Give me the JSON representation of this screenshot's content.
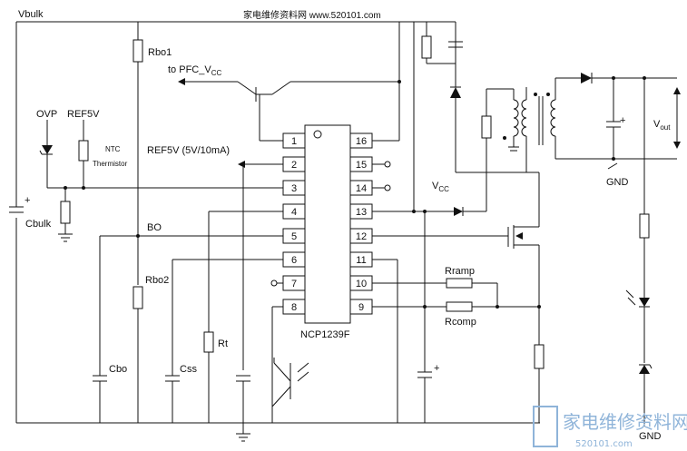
{
  "header": {
    "watermark_top": "家电维修资料网 www.520101.com",
    "vbulk": "Vbulk"
  },
  "ic": {
    "name": "NCP1239F",
    "left_pins": [
      "1",
      "2",
      "3",
      "4",
      "5",
      "6",
      "7",
      "8"
    ],
    "right_pins": [
      "16",
      "15",
      "14",
      "13",
      "12",
      "11",
      "10",
      "9"
    ]
  },
  "labels": {
    "rbo1": "Rbo1",
    "to_pfc_vcc": "to PFC_V",
    "to_pfc_vcc_sub": "CC",
    "ovp": "OVP",
    "ref5v": "REF5V",
    "ntc": "NTC",
    "thermistor": "Thermistor",
    "ref5v_note": "REF5V (5V/10mA)",
    "cbulk": "Cbulk",
    "bo": "BO",
    "rbo2": "Rbo2",
    "rt": "Rt",
    "cbo": "Cbo",
    "css": "Css",
    "vcc": "V",
    "vcc_sub": "CC",
    "rramp": "Rramp",
    "rcomp": "Rcomp",
    "vout": "V",
    "vout_sub": "out",
    "gnd1": "GND",
    "gnd2": "GND",
    "plus": "+"
  },
  "footer": {
    "logo_text": "家电维修资料网",
    "logo_url": "520101.com"
  },
  "colors": {
    "wire": "#111111",
    "watermark": "#8fb4d9"
  }
}
